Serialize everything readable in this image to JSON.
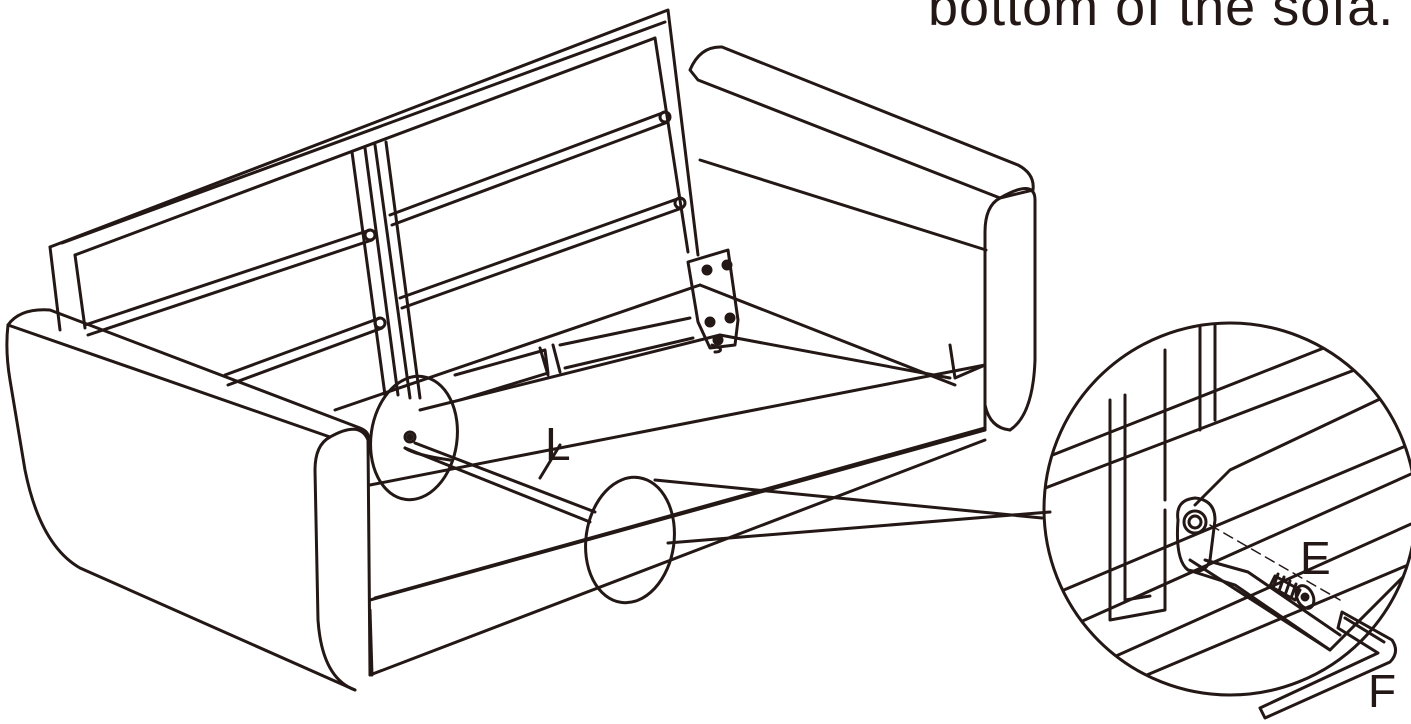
{
  "caption": "bottom of the sofa.",
  "labels": {
    "L": "L",
    "E": "E",
    "F": "F"
  },
  "colors": {
    "line": "#231815",
    "background": "#ffffff"
  }
}
